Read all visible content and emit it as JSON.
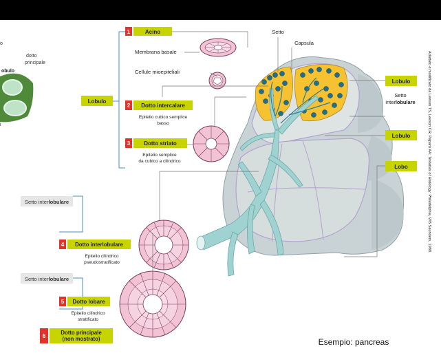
{
  "left_fragment": {
    "line1": "o",
    "line2": "dotto",
    "line3": "principale",
    "line4": "obulo",
    "line5": "i"
  },
  "labels": {
    "acino_num": "1",
    "acino": "Acino",
    "membrana_basale": "Membrana basale",
    "cellule_mioepiteliali": "Cellule mioepiteliali",
    "lobulo_left": "Lobulo",
    "dotto_intercalare_num": "2",
    "dotto_intercalare": "Dotto intercalare",
    "epitelio_intercalare_1": "Epitelio cubico semplice",
    "epitelio_intercalare_2": "basso",
    "dotto_striato_num": "3",
    "dotto_striato": "Dotto striato",
    "epitelio_striato_1": "Epitelio semplice",
    "epitelio_striato_2": "da cubico a cilindrico",
    "setto_interlobulare_1_pre": "Setto inter",
    "setto_interlobulare_1_bold": "lobulare",
    "dotto_interlobulare_num": "4",
    "dotto_interlobulare": "Dotto interlobulare",
    "epitelio_interlobulare_1": "Epitelio cilindrico",
    "epitelio_interlobulare_2": "pseudostratificato",
    "setto_interlobulare_2_pre": "Setto inter",
    "setto_interlobulare_2_bold": "lobulare",
    "dotto_lobare_num": "5",
    "dotto_lobare": "Dotto lobare",
    "epitelio_lobare_1": "Epitelio cilindrico",
    "epitelio_lobare_2": "stratificato",
    "dotto_principale_num": "6",
    "dotto_principale_1": "Dotto principale",
    "dotto_principale_2": "(non mostrato)",
    "setto": "Setto",
    "capsula": "Capsula",
    "lobulo_right": "Lobulo",
    "setto_right_1": "Setto",
    "setto_right_2_pre": "inter",
    "setto_right_2_bold": "lobulare",
    "lobulo_right_2": "Lobulo",
    "lobo": "Lobo",
    "credit": "Adattato e modificato da Leeson TS, Leeson CR, Paparo AA: Textatlas of Histology. Philadelphia, WB Saunders, 1988.",
    "example": "Esempio: pancreas"
  },
  "colors": {
    "label_green": "#c8d400",
    "number_red": "#e2322a",
    "gray_label": "#e6e6e6",
    "duct_teal": "#9fd2d0",
    "lobe_gray": "#d7dedd",
    "acinus_yellow": "#f6c232",
    "acinus_blue": "#1f6f8f",
    "leader_blue": "#4a8fc0",
    "tissue_pink": "#f2c3d4"
  }
}
